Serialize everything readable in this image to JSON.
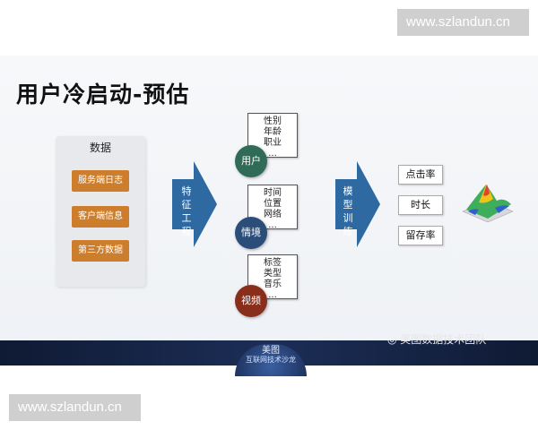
{
  "watermark": {
    "top": "www.szlandun.cn",
    "bottom": "www.szlandun.cn"
  },
  "title": "用户冷启动-预估",
  "data_panel": {
    "title": "数据",
    "items": [
      "服务端日志",
      "客户端信息",
      "第三方数据"
    ]
  },
  "arrows": {
    "feature": [
      "特",
      "征",
      "工",
      "程"
    ],
    "training": [
      "模",
      "型",
      "训",
      "练"
    ]
  },
  "groups": [
    {
      "circle": "用户",
      "lines": [
        "性别",
        "年龄",
        "职业",
        "..."
      ],
      "color": "#2f6b57"
    },
    {
      "circle": "情境",
      "lines": [
        "时间",
        "位置",
        "网络",
        "..."
      ],
      "color": "#2a4d7a"
    },
    {
      "circle": "视频",
      "lines": [
        "标签",
        "类型",
        "音乐",
        "..."
      ],
      "color": "#8a2e1c"
    }
  ],
  "outputs": [
    "点击率",
    "时长",
    "留存率"
  ],
  "footer": {
    "logo_lines": [
      "美图",
      "互联网技术沙龙"
    ],
    "brand": "美图数据技术团队"
  },
  "colors": {
    "arrow": "#2e6aa1",
    "orange": "#cc7e2d"
  }
}
